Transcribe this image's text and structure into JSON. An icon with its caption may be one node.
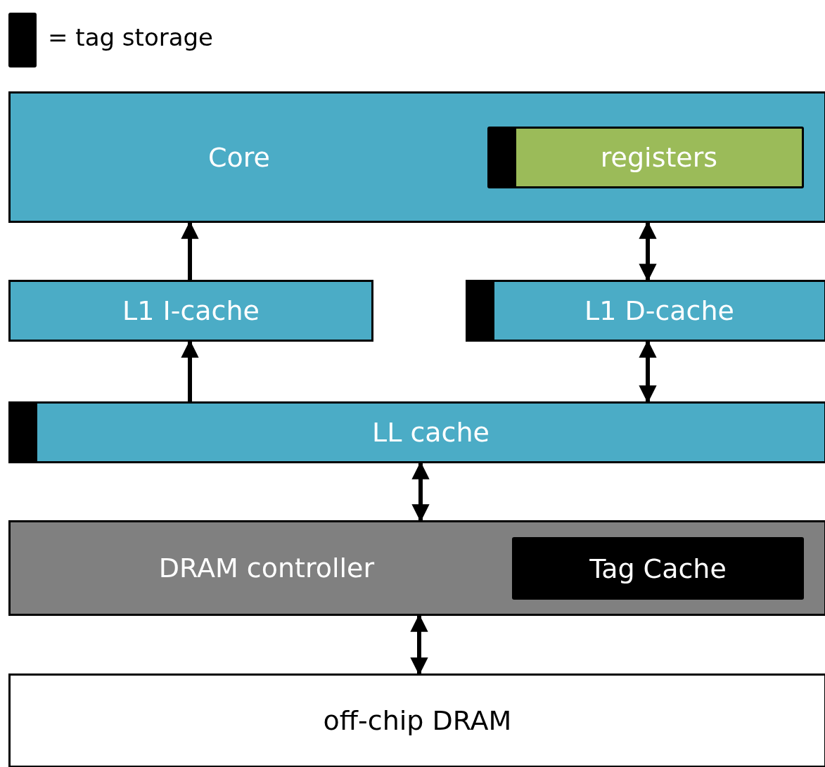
{
  "diagram": {
    "nodes": [
      {
        "text": [
          "Core"
        ]
      },
      {
        "text": [
          "registers"
        ],
        "in": 0
      },
      {
        "text": [
          "L1 I-cache"
        ]
      },
      {
        "text": [
          "L1 D-cache"
        ]
      },
      {
        "text": [
          "LL cache"
        ]
      },
      {
        "text": [
          "DRAM controller"
        ]
      },
      {
        "text": [
          "Tag Cache"
        ],
        "in": 5
      },
      {
        "text": [
          "off-chip DRAM"
        ]
      }
    ],
    "edges": [
      {
        "from": 2,
        "to": 0,
        "arrow": "to"
      },
      {
        "from": 0,
        "to": 3,
        "arrow": "both"
      },
      {
        "from": 4,
        "to": 2,
        "arrow": "to"
      },
      {
        "from": 3,
        "to": 4,
        "arrow": "both"
      },
      {
        "from": 4,
        "to": 5,
        "arrow": "both"
      },
      {
        "from": 5,
        "to": 7,
        "arrow": "both"
      }
    ],
    "legend": [
      {
        "text": "= tag storage",
        "color": "#000000"
      }
    ]
  }
}
